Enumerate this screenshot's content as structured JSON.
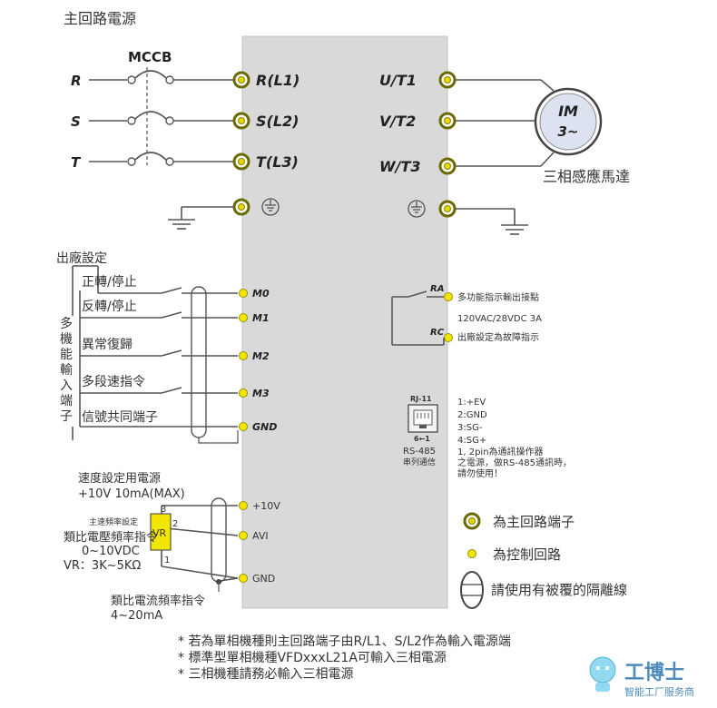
{
  "title": "主回路電源",
  "mccb": "MCCB",
  "inputs": {
    "r": "R",
    "s": "S",
    "t": "T"
  },
  "main_terminals": {
    "rl1": "R(L1)",
    "sl2": "S(L2)",
    "tl3": "T(L3)",
    "ut1": "U/T1",
    "vt2": "V/T2",
    "wt3": "W/T3"
  },
  "motor": {
    "line1": "IM",
    "line2": "3~",
    "caption": "三相感應馬達"
  },
  "factory_setting": "出廠設定",
  "mf_vertical": [
    "多",
    "機",
    "能",
    "輸",
    "入",
    "端",
    "子"
  ],
  "switches": {
    "fwd": "正轉/停止",
    "rev": "反轉/停止",
    "reset": "異常復歸",
    "multi": "多段速指令",
    "common": "信號共同端子"
  },
  "ctrl_terminals": {
    "m0": "M0",
    "m1": "M1",
    "m2": "M2",
    "m3": "M3",
    "gnd": "GND",
    "p10v": "+10V",
    "avi": "AVI",
    "gnd2": "GND"
  },
  "relay": {
    "ra": "RA",
    "rc": "RC",
    "desc1": "多功能指示輸出接點",
    "rating": "120VAC/28VDC 3A",
    "desc2": "出廠設定為故障指示"
  },
  "rj11": {
    "label": "RJ-11",
    "pins_label": "6←1",
    "rs485": "RS-485",
    "serial": "串列通信",
    "pin1": "1:+EV",
    "pin2": "2:GND",
    "pin3": "3:SG-",
    "pin4": "4:SG+",
    "note1": "1, 2pin為通訊操作器",
    "note2": "之電源，做RS-485通訊時，",
    "note3": "請勿使用！"
  },
  "speed_supply": {
    "line1": "速度設定用電源",
    "line2": "+10V 10mA(MAX)"
  },
  "vr": {
    "label": "VR",
    "desc1": "主速頻率設定",
    "desc2": "類比電壓頻率指令",
    "range": "0~10VDC",
    "value": "VR：3K~5KΩ",
    "pin3": "3",
    "pin2": "2",
    "pin1": "1"
  },
  "current_cmd": {
    "line1": "類比電流頻率指令",
    "line2": "4~20mA"
  },
  "legend": {
    "main": "為主回路端子",
    "control": "為控制回路",
    "shield": "請使用有被覆的隔離線"
  },
  "notes": [
    "* 若為單相機種則主回路端子由R/L1、S/L2作為輸入電源端",
    "* 標準型單相機種VFDxxxL21A可輸入三相電源",
    "* 三相機種請務必輸入三相電源"
  ],
  "watermark": {
    "brand": "工博士",
    "sub": "智能工厂服务商"
  }
}
